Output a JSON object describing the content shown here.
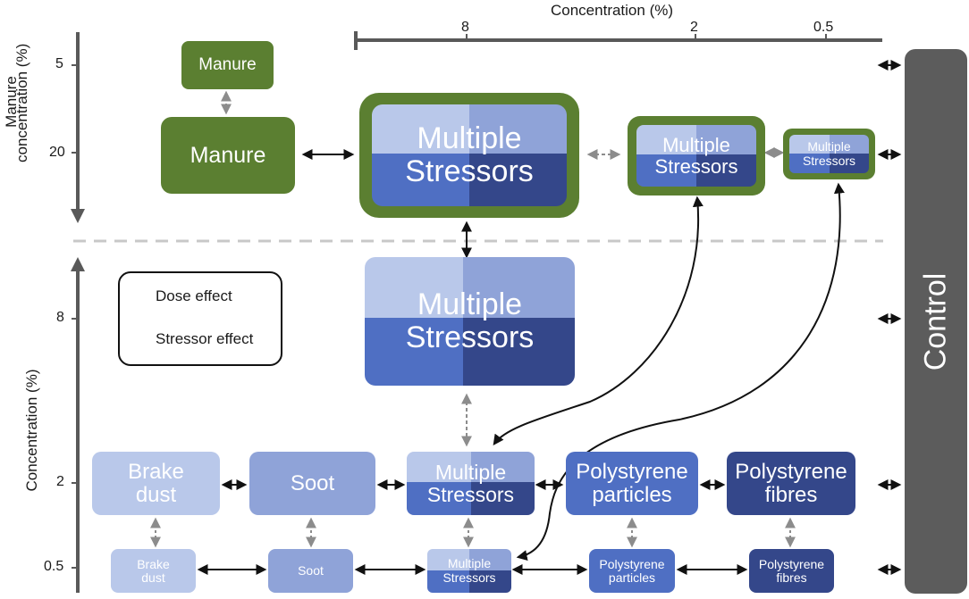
{
  "top_axis": {
    "title": "Concentration (%)",
    "ticks": [
      "8",
      "2",
      "0.5"
    ]
  },
  "manure_axis": {
    "title_line1": "Manure",
    "title_line2": "concentration (%)",
    "ticks": [
      "5",
      "20"
    ]
  },
  "concentration_axis": {
    "title": "Concentration (%)",
    "ticks": [
      "8",
      "2",
      "0.5"
    ]
  },
  "control": {
    "label": "Control"
  },
  "legend": {
    "dose_label": "Dose effect",
    "stressor_label": "Stressor effect"
  },
  "boxes": {
    "manure_small": "Manure",
    "manure_large": "Manure",
    "brake_dust_2": [
      "Brake",
      "dust"
    ],
    "soot_2": "Soot",
    "polystyrene_particles_2": [
      "Polystyrene",
      "particles"
    ],
    "polystyrene_fibres_2": [
      "Polystyrene",
      "fibres"
    ],
    "brake_dust_05": [
      "Brake",
      "dust"
    ],
    "soot_05": "Soot",
    "polystyrene_particles_05": [
      "Polystyrene",
      "particles"
    ],
    "polystyrene_fibres_05": [
      "Polystyrene",
      "fibres"
    ]
  },
  "multiple_stressors_label": [
    "Multiple",
    "Stressors"
  ],
  "colors": {
    "manure_green": "#5b7f31",
    "brake_dust": "#b9c8ea",
    "soot": "#8fa3d8",
    "polystyrene_particles": "#4f6fc3",
    "polystyrene_fibres": "#34478a",
    "control_gray": "#5c5c5c",
    "axis_gray": "#595959",
    "dose_arrow": "#8c8c8c",
    "stressor_arrow": "#111111"
  }
}
